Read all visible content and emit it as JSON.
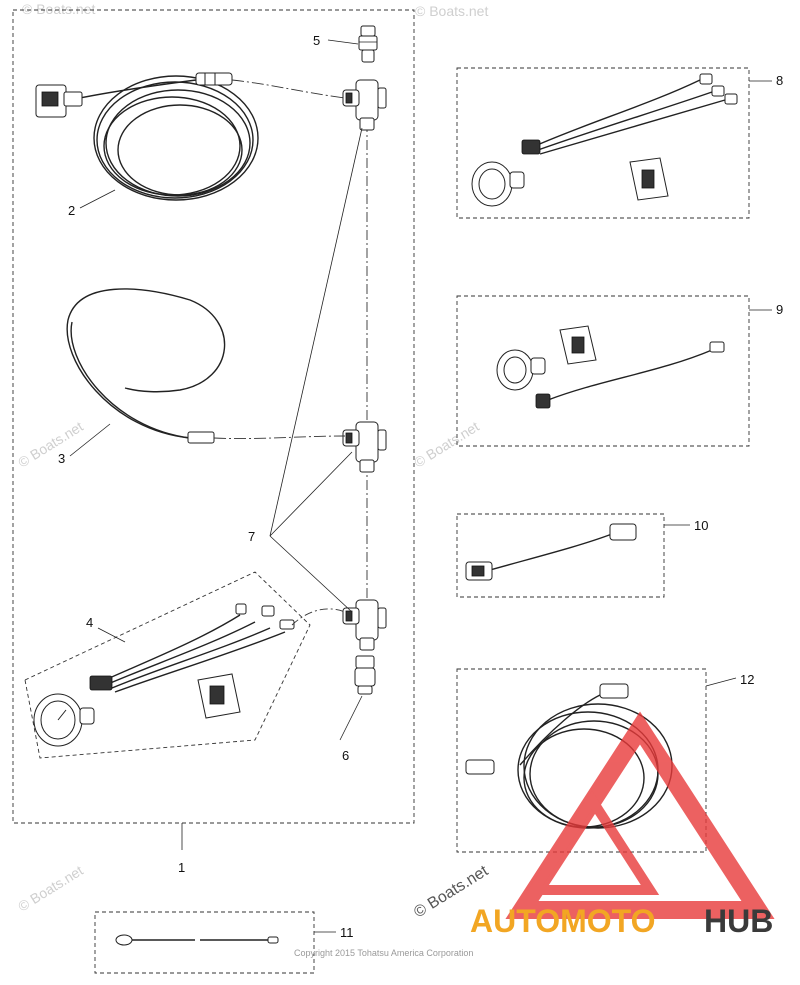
{
  "callouts": [
    {
      "id": "1",
      "label": "1"
    },
    {
      "id": "2",
      "label": "2"
    },
    {
      "id": "3",
      "label": "3"
    },
    {
      "id": "4",
      "label": "4"
    },
    {
      "id": "5",
      "label": "5"
    },
    {
      "id": "6",
      "label": "6"
    },
    {
      "id": "7",
      "label": "7"
    },
    {
      "id": "8",
      "label": "8"
    },
    {
      "id": "9",
      "label": "9"
    },
    {
      "id": "10",
      "label": "10"
    },
    {
      "id": "11",
      "label": "11"
    },
    {
      "id": "12",
      "label": "12"
    }
  ],
  "watermark": {
    "text": "© Boats.net"
  },
  "copyright": "Copyright 2015 Tohatsu America Corporation",
  "logo": {
    "part_a": "AUTOMOTO",
    "part_b": "HUB",
    "triangle_color": "#e83a3a",
    "text_color": "#f2a623",
    "dark_color": "#3a3a3a"
  }
}
